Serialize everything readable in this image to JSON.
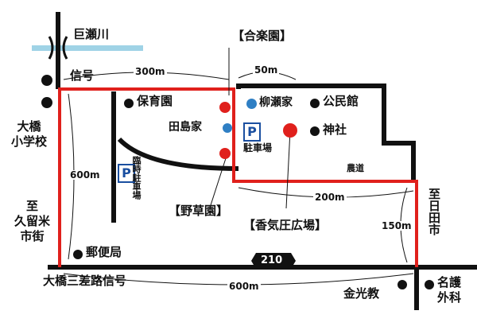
{
  "river": {
    "label": "巨瀬川",
    "color": "#9fd3e6"
  },
  "roads": {
    "route_number": "210",
    "distances": {
      "top_left": "300m",
      "top_right": "50m",
      "left_vertical": "600m",
      "middle_horizontal": "200m",
      "right_vertical": "150m",
      "bottom": "600m"
    },
    "farm_road": "農道"
  },
  "places": {
    "signal": "信号",
    "ohashi_school": "大橋\n小学校",
    "nursery": "保育園",
    "yanase_house": "柳瀬家",
    "community_hall": "公民館",
    "shrine": "神社",
    "tajima_house": "田島家",
    "parking_label": "P",
    "parking_text": "駐車場",
    "temp_parking": "臨時駐車場",
    "post_office": "郵便局",
    "ohashi_signal": "大橋三差路信号",
    "konkokyo": "金光教",
    "nago_clinic": "名護\n外科",
    "to_kurume": "至\n久留米\n市街",
    "to_hita": "至日田市"
  },
  "gardens": {
    "gourakuen": "【合楽園】",
    "nokusaen": "【野草園】",
    "kokiatsu": "【香気圧広場】"
  },
  "colors": {
    "route_red": "#e0201c",
    "road_black": "#111111",
    "marker_red": "#e0201c",
    "marker_blue": "#2f7fc4",
    "parking_blue": "#1a4fa0"
  }
}
